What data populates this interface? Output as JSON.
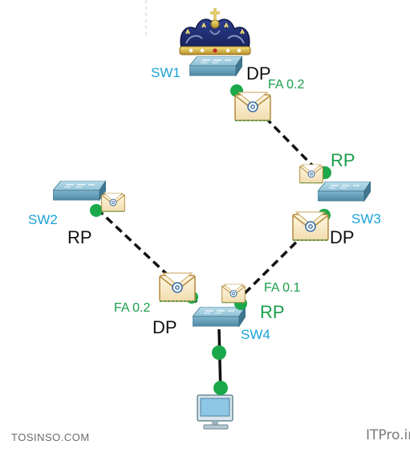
{
  "switches": {
    "sw1": "SW1",
    "sw2": "SW2",
    "sw3": "SW3",
    "sw4": "SW4"
  },
  "ports": {
    "sw1_port": "FA 0.2",
    "sw4_port_right": "FA 0.1",
    "sw4_port_left": "FA 0.2"
  },
  "roles": {
    "sw1_dp": "DP",
    "sw3_rp": "RP",
    "sw3_dp": "DP",
    "sw2_rp": "RP",
    "sw4_rp": "RP",
    "sw4_dp": "DP"
  },
  "watermark": {
    "left": "TOSINSO.COM",
    "right": "وب سایت تخصصی فناوری اطلاعات ایران - ITPro.ir"
  },
  "colors": {
    "switch_name": "#1ba3d6",
    "link_dot": "#1aa84a",
    "green_text": "#1a9e4a"
  }
}
